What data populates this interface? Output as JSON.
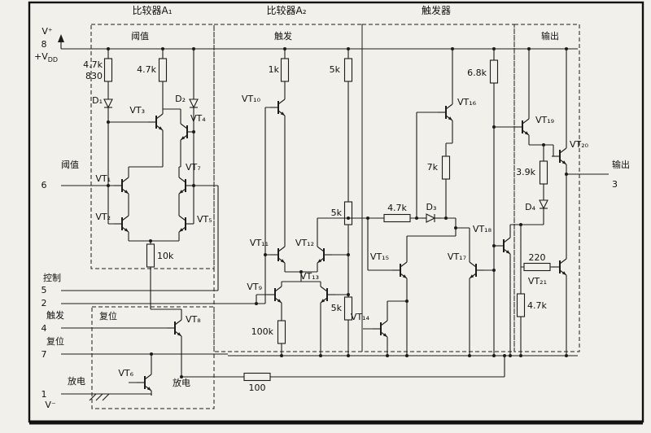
{
  "sections": [
    "比较器A₁",
    "比较器A₂",
    "触发器"
  ],
  "sublabels": [
    "阈值",
    "触发",
    "输出"
  ],
  "pins": {
    "vplus": "V⁺",
    "p8": "8",
    "vdd_main": "+V",
    "vdd_sub": "DD",
    "threshold": "阈值",
    "p6": "6",
    "control": "控制",
    "p5": "5",
    "p2": "2",
    "trigger": "触发",
    "p4": "4",
    "reset": "复位",
    "p7": "7",
    "discharge": "放电",
    "p1": "1",
    "vminus": "V⁻",
    "output": "输出",
    "p3": "3"
  },
  "inner": {
    "reset_box": "复位",
    "discharge_inner": "放电"
  },
  "transistors": [
    "VT₁",
    "VT₂",
    "VT₃",
    "VT₄",
    "VT₅",
    "VT₆",
    "VT₇",
    "VT₈",
    "VT₉",
    "VT₁₀",
    "VT₁₁",
    "VT₁₂",
    "VT₁₃",
    "VT₁₄",
    "VT₁₅",
    "VT₁₆",
    "VT₁₇",
    "VT₁₈",
    "VT₁₉",
    "VT₂₀",
    "VT₂₁"
  ],
  "resistors": [
    "4.7k",
    "4.7k",
    "1k",
    "5k",
    "6.8k",
    "7k",
    "5k",
    "4.7k",
    "5k",
    "100k",
    "10k",
    "3.9k",
    "220",
    "4.7k",
    "100"
  ],
  "annotations": [
    "830"
  ],
  "diodes": [
    "D₁",
    "D₂",
    "D₃",
    "D₄"
  ]
}
